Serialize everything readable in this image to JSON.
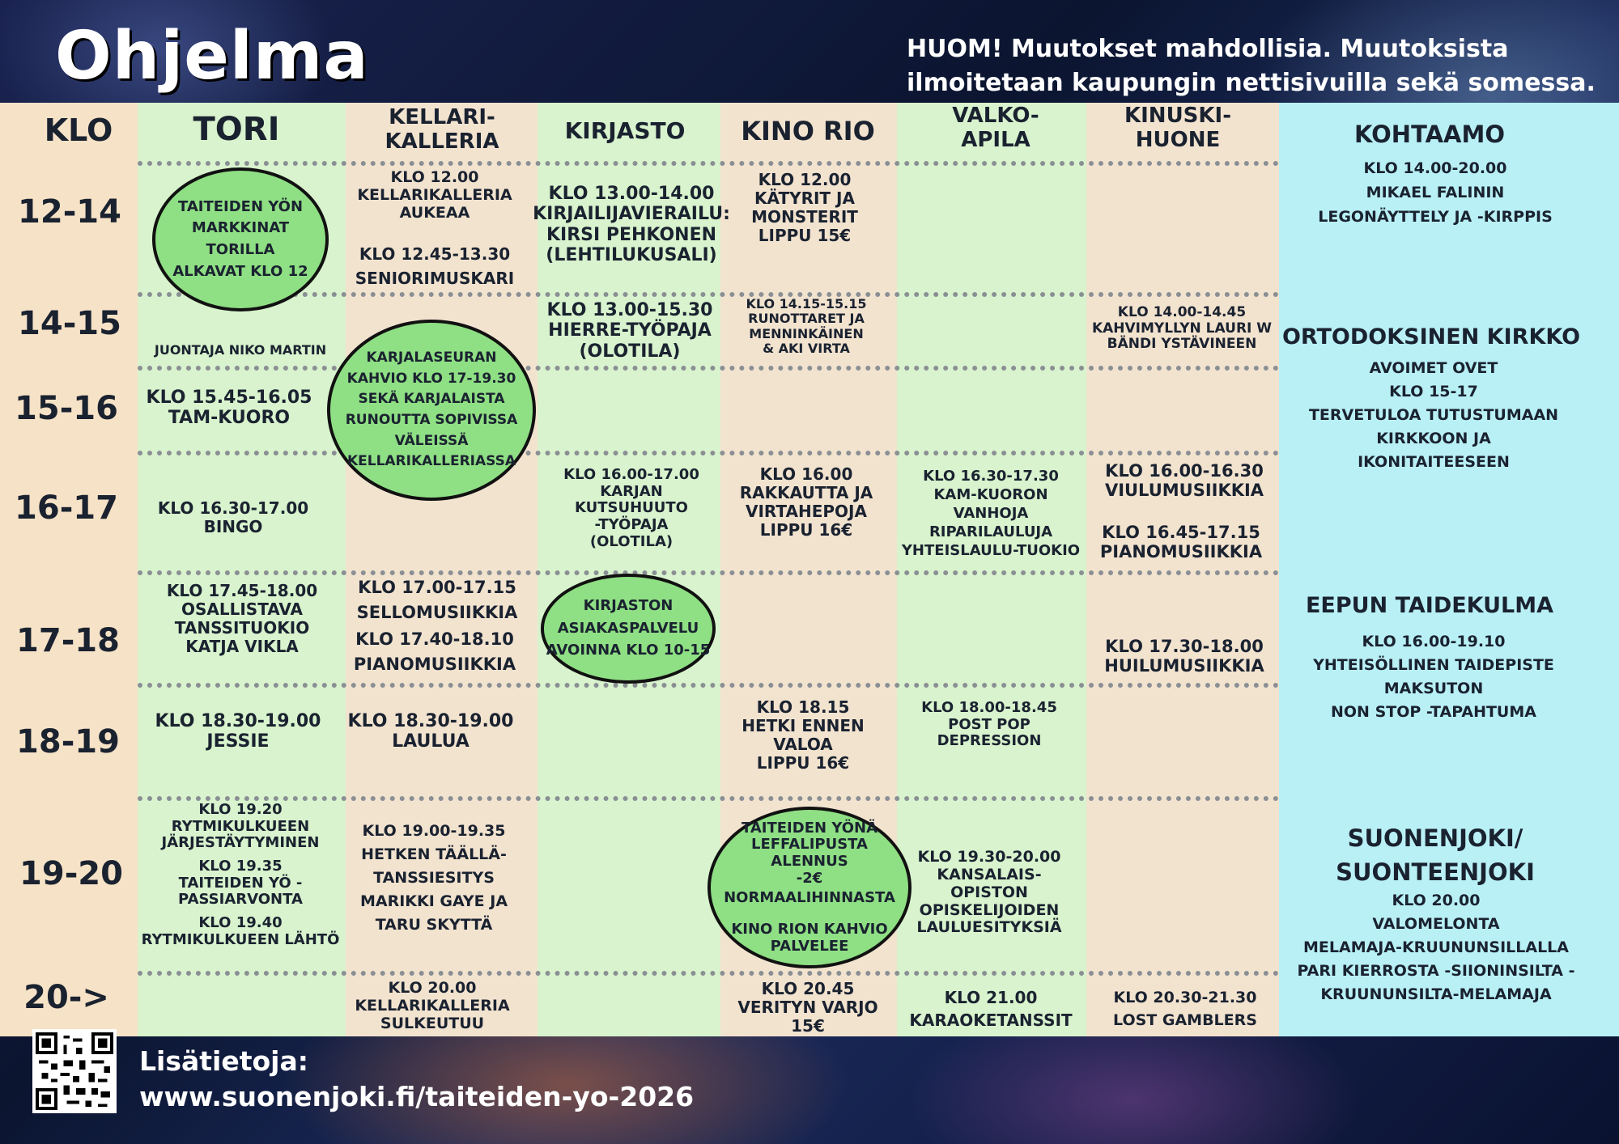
{
  "title": "Ohjelma",
  "notice": [
    "HUOM! Muutokset mahdollisia. Muutoksista",
    "ilmoitetaan kaupungin nettisivuilla sekä somessa."
  ],
  "columns": {
    "klo": "KLO",
    "tori": "TORI",
    "kellari": [
      "KELLARI-",
      "KALLERIA"
    ],
    "kirjasto": "KIRJASTO",
    "kino": "KINO RIO",
    "valko": [
      "VALKO-",
      "APILA"
    ],
    "kinuski": [
      "KINUSKI-",
      "HUONE"
    ]
  },
  "times": [
    "12-14",
    "14-15",
    "15-16",
    "16-17",
    "17-18",
    "18-19",
    "19-20",
    "20->"
  ],
  "tori": {
    "bubble": [
      "TAITEIDEN YÖN",
      "MARKKINAT",
      "TORILLA",
      "ALKAVAT KLO 12"
    ],
    "juontaja": "JUONTAJA NIKO MARTIN",
    "tam": [
      "KLO 15.45-16.05",
      "TAM-KUORO"
    ],
    "bingo": [
      "KLO  16.30-17.00",
      "BINGO"
    ],
    "tanssi": [
      "KLO 17.45-18.00",
      "OSALLISTAVA",
      "TANSSITUOKIO",
      "KATJA VIKLA"
    ],
    "jessie": [
      "KLO 18.30-19.00",
      "JESSIE"
    ],
    "rytmi": [
      "KLO 19.20",
      "RYTMIKULKUEEN",
      "JÄRJESTÄYTYMINEN",
      "KLO 19.35",
      "TAITEIDEN YÖ -",
      "PASSIARVONTA",
      "KLO 19.40",
      "RYTMIKULKUEEN LÄHTÖ"
    ]
  },
  "kellari": {
    "aukeaa": [
      "KLO 12.00",
      "KELLARIKALLERIA",
      "AUKEAA"
    ],
    "senior": [
      "KLO 12.45-13.30",
      "SENIORIMUSKARI"
    ],
    "bubble": [
      "KARJALASEURAN",
      "KAHVIO KLO 17-19.30",
      "SEKÄ KARJALAISTA",
      "RUNOUTTA SOPIVISSA",
      "VÄLEISSÄ",
      "KELLARIKALLERIASSA"
    ],
    "sello": [
      "KLO 17.00-17.15",
      "SELLOMUSIIKKIA"
    ],
    "piano": [
      "KLO 17.40-18.10",
      "PIANOMUSIIKKIA"
    ],
    "laulua": [
      "KLO 18.30-19.00",
      "LAULUA"
    ],
    "hetken": [
      "KLO 19.00-19.35",
      "HETKEN TÄÄLLÄ-",
      "TANSSIESITYS",
      "MARIKKI GAYE JA",
      "TARU SKYTTÄ"
    ],
    "sulkeutuu": [
      "KLO 20.00",
      "KELLARIKALLERIA",
      "SULKEUTUU"
    ]
  },
  "kirjasto": {
    "vierailu": [
      "KLO 13.00-14.00",
      "KIRJAILIJAVIERAILU:",
      "KIRSI PEHKONEN",
      "(LEHTILUKUSALI)"
    ],
    "hierre": [
      "KLO 13.00-15.30",
      "HIERRE-TYÖPAJA",
      "(OLOTILA)"
    ],
    "karjan": [
      "KLO 16.00-17.00",
      "KARJAN",
      "KUTSUHUUTO",
      "-TYÖPAJA",
      "(OLOTILA)"
    ],
    "bubble": [
      "KIRJASTON",
      "ASIAKASPALVELU",
      "AVOINNA KLO 10-15"
    ]
  },
  "kino": {
    "katyrit": [
      "KLO 12.00",
      "KÄTYRIT JA",
      "MONSTERIT",
      "LIPPU 15€"
    ],
    "runottaret": [
      "KLO 14.15-15.15",
      "RUNOTTARET JA",
      "MENNINKÄINEN",
      "& AKI VIRTA"
    ],
    "rakkautta": [
      "KLO 16.00",
      "RAKKAUTTA JA",
      "VIRTAHEPOJA",
      "LIPPU 16€"
    ],
    "hetki": [
      "KLO 18.15",
      "HETKI ENNEN",
      "VALOA",
      "LIPPU 16€"
    ],
    "bubble": [
      "TAITEIDEN YÖNÄ",
      "LEFFALIPUSTA ALENNUS",
      "-2€",
      "NORMAALIHINNASTA",
      "",
      "KINO RION KAHVIO",
      "PALVELEE"
    ],
    "varjo": [
      "KLO 20.45",
      "VERITYN VARJO",
      "15€"
    ]
  },
  "valko": {
    "kam": [
      "KLO 16.30-17.30",
      "KAM-KUORON",
      "VANHOJA",
      "RIPARILAULUJA",
      "YHTEISLAULU-TUOKIO"
    ],
    "postpop": [
      "KLO 18.00-18.45",
      "POST POP",
      "DEPRESSION"
    ],
    "kansalais": [
      "KLO 19.30-20.00",
      "KANSALAIS-",
      "OPISTON",
      "OPISKELIJOIDEN",
      "LAULUESITYKSIÄ"
    ],
    "karaoke": [
      "KLO 21.00",
      "KARAOKETANSSIT"
    ]
  },
  "kinuski": {
    "kahvi": [
      "KLO 14.00-14.45",
      "KAHVIMYLLYN LAURI W",
      "BÄNDI YSTÄVINEEN"
    ],
    "viulu": [
      "KLO 16.00-16.30",
      "VIULUMUSIIKKIA"
    ],
    "piano": [
      "KLO 16.45-17.15",
      "PIANOMUSIIKKIA"
    ],
    "huilu": [
      "KLO 17.30-18.00",
      "HUILUMUSIIKKIA"
    ],
    "lost": [
      "KLO  20.30-21.30",
      "LOST GAMBLERS"
    ]
  },
  "side": {
    "kohtaamo_title": "KOHTAAMO",
    "kohtaamo": [
      "KLO 14.00-20.00",
      "MIKAEL FALININ",
      "LEGONÄYTTELY JA -KIRPPIS"
    ],
    "kirkko_title": "ORTODOKSINEN KIRKKO",
    "kirkko": [
      "AVOIMET OVET",
      "KLO 15-17",
      "TERVETULOA TUTUSTUMAAN",
      "KIRKKOON JA",
      "IKONITAITEESEEN"
    ],
    "eeppu_title": "EEPUN TAIDEKULMA",
    "eeppu": [
      "KLO  16.00-19.10",
      "YHTEISÖLLINEN TAIDEPISTE",
      "MAKSUTON",
      "NON STOP -TAPAHTUMA"
    ],
    "suonenjoki_title": [
      "SUONENJOKI/",
      "SUONTEENJOKI"
    ],
    "suonenjoki": [
      "KLO 20.00",
      "VALOMELONTA",
      "MELAMAJA-KRUUNUNSILLALLA",
      "PARI KIERROSTA -SIIONINSILTA -",
      "KRUUNUNSILTA-MELAMAJA"
    ]
  },
  "footer": {
    "label": "Lisätietoja:",
    "url": "www.suonenjoki.fi/taiteiden-yo-2026"
  },
  "colors": {
    "klo_col": "#f6e2c6",
    "green_col": "#d8f3cd",
    "tan_col": "#f2e3cf",
    "side_col": "#b9f0f6",
    "bubble": "#8fdf84"
  }
}
